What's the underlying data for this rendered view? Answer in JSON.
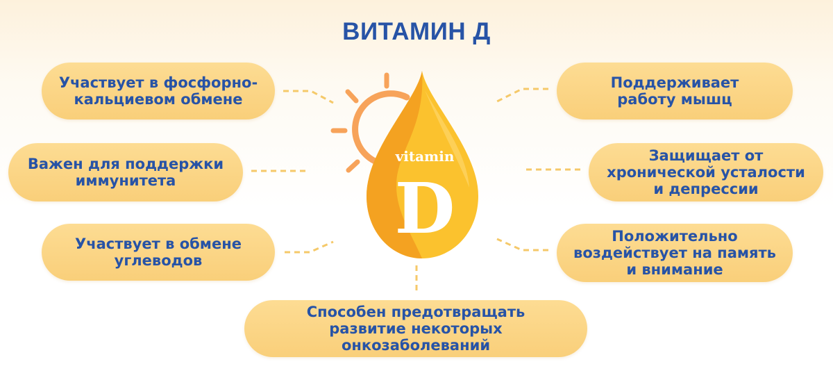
{
  "title": "ВИТАМИН Д",
  "drop": {
    "word": "vitamin",
    "letter": "D"
  },
  "benefits": {
    "phosphorus_calcium": "Участвует в фосфорно-\nкальциевом обмене",
    "immunity": "Важен для поддержки\nиммунитета",
    "carbohydrates": "Участвует в обмене\nуглеводов",
    "muscles": "Поддерживает\nработу мышц",
    "fatigue_depression": "Защищает от\nхронической усталости\nи депрессии",
    "memory_attention": "Положительно\nвоздействует на память\nи внимание",
    "oncology": "Способен предотвращать\nразвитие некоторых онкозаболеваний"
  },
  "colors": {
    "title": "#2753a6",
    "pill": "#fdd88a",
    "drop_light": "#fbc22e",
    "drop_dark": "#f29c1f",
    "sun": "#f7a35a",
    "connector": "#f5c96a"
  }
}
